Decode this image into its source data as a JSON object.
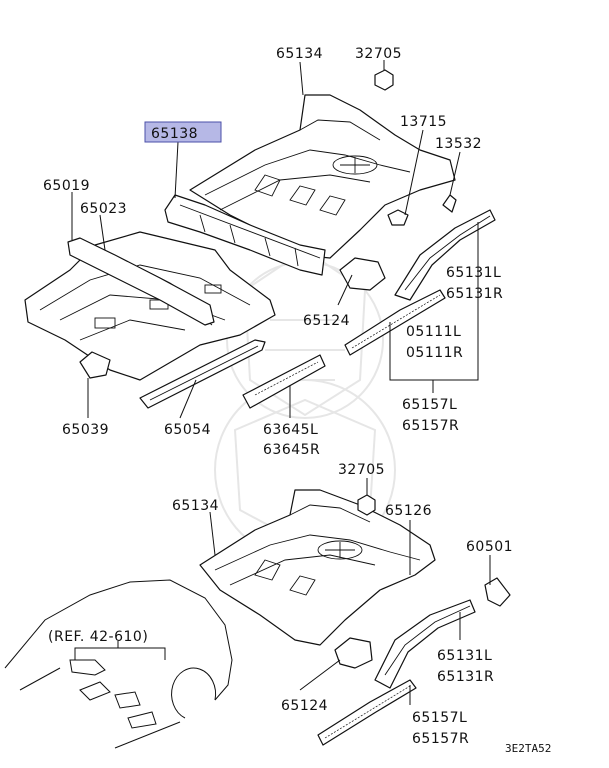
{
  "parts": {
    "p65134_top": "65134",
    "p32705_top": "32705",
    "p65138": "65138",
    "p13715": "13715",
    "p13532": "13532",
    "p65019": "65019",
    "p65023": "65023",
    "p65131L_top": "65131L",
    "p65131R_top": "65131R",
    "p65124_top": "65124",
    "p05111L": "05111L",
    "p05111R": "05111R",
    "p65039": "65039",
    "p65054": "65054",
    "p63645L": "63645L",
    "p63645R": "63645R",
    "p65157L_top": "65157L",
    "p65157R_top": "65157R",
    "p32705_bot": "32705",
    "p65134_bot": "65134",
    "p65126": "65126",
    "p60501": "60501",
    "p65131L_bot": "65131L",
    "p65131R_bot": "65131R",
    "p65124_bot": "65124",
    "p65157L_bot": "65157L",
    "p65157R_bot": "65157R"
  },
  "reference": "(REF. 42-610)",
  "diagram_code": "3E2TA52"
}
